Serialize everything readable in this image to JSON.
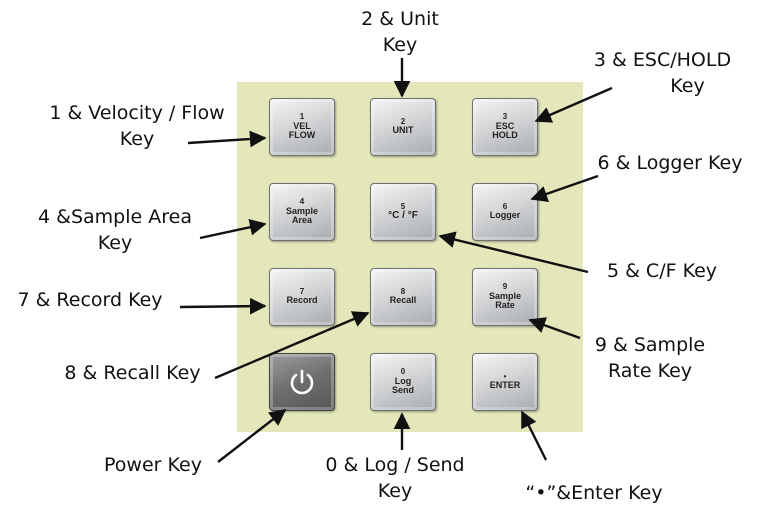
{
  "keys": {
    "k1": {
      "number": "1",
      "line1": "VEL",
      "line2": "FLOW"
    },
    "k2": {
      "number": "2",
      "line1": "UNIT"
    },
    "k3": {
      "number": "3",
      "line1": "ESC",
      "line2": "HOLD"
    },
    "k4": {
      "number": "4",
      "line1": "Sample",
      "line2": "Area"
    },
    "k5": {
      "number": "5",
      "line1": "°C / °F"
    },
    "k6": {
      "number": "6",
      "line1": "Logger"
    },
    "k7": {
      "number": "7",
      "line1": "Record"
    },
    "k8": {
      "number": "8",
      "line1": "Recall"
    },
    "k9": {
      "number": "9",
      "line1": "Sample",
      "line2": "Rate"
    },
    "k0": {
      "number": "0",
      "line1": "Log",
      "line2": "Send"
    },
    "kdot": {
      "number": "•",
      "line1": "ENTER"
    },
    "power": {
      "icon": "power-icon"
    }
  },
  "labels": {
    "l1": [
      "1 & Velocity / Flow",
      "Key"
    ],
    "l2": [
      "2 & Unit",
      "Key"
    ],
    "l3": [
      "3 & ESC/HOLD",
      "Key"
    ],
    "l4": [
      "4 &Sample Area",
      "Key"
    ],
    "l5": [
      "5 & C/F Key"
    ],
    "l6": [
      "6 & Logger Key"
    ],
    "l7": [
      "7 & Record Key"
    ],
    "l8": [
      "8 & Recall Key"
    ],
    "l9": [
      "9 & Sample",
      "Rate Key"
    ],
    "l0": [
      "0 & Log / Send",
      "Key"
    ],
    "lpower": [
      "Power Key"
    ],
    "ldot": [
      "“•”&Enter Key"
    ]
  }
}
